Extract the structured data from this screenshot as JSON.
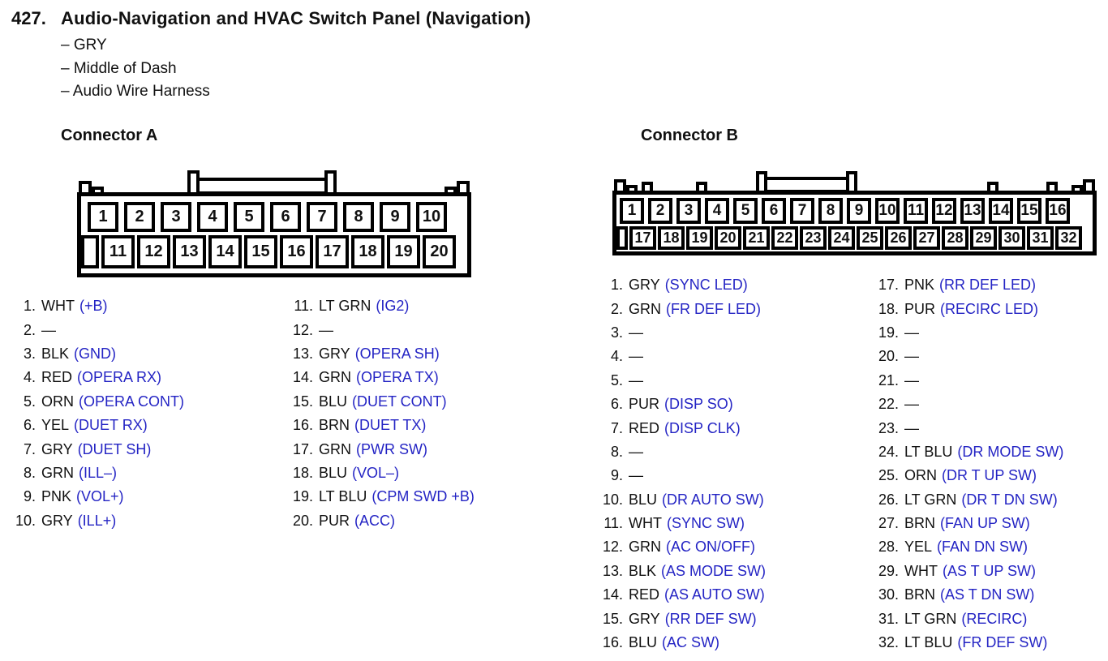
{
  "page": {
    "item_number": "427.",
    "title": "Audio-Navigation and HVAC Switch Panel (Navigation)",
    "details": [
      "– GRY",
      "– Middle of Dash",
      "– Audio Wire Harness"
    ]
  },
  "colors": {
    "signal_blue": "#2424c4",
    "diagram_ink": "#000000"
  },
  "connector_a": {
    "heading": "Connector A",
    "top_pins": [
      "1",
      "2",
      "3",
      "4",
      "5",
      "6",
      "7",
      "8",
      "9",
      "10"
    ],
    "bottom_pins": [
      "11",
      "12",
      "13",
      "14",
      "15",
      "16",
      "17",
      "18",
      "19",
      "20"
    ],
    "list_left": [
      {
        "n": "1.",
        "wire": "WHT",
        "signal": "(+B)"
      },
      {
        "n": "2.",
        "wire": "—",
        "signal": ""
      },
      {
        "n": "3.",
        "wire": "BLK",
        "signal": "(GND)"
      },
      {
        "n": "4.",
        "wire": "RED",
        "signal": "(OPERA RX)"
      },
      {
        "n": "5.",
        "wire": "ORN",
        "signal": "(OPERA CONT)"
      },
      {
        "n": "6.",
        "wire": "YEL",
        "signal": "(DUET RX)"
      },
      {
        "n": "7.",
        "wire": "GRY",
        "signal": "(DUET SH)"
      },
      {
        "n": "8.",
        "wire": "GRN",
        "signal": "(ILL–)"
      },
      {
        "n": "9.",
        "wire": "PNK",
        "signal": "(VOL+)"
      },
      {
        "n": "10.",
        "wire": "GRY",
        "signal": "(ILL+)"
      }
    ],
    "list_right": [
      {
        "n": "11.",
        "wire": "LT GRN",
        "signal": "(IG2)"
      },
      {
        "n": "12.",
        "wire": "—",
        "signal": ""
      },
      {
        "n": "13.",
        "wire": "GRY",
        "signal": "(OPERA SH)"
      },
      {
        "n": "14.",
        "wire": "GRN",
        "signal": "(OPERA TX)"
      },
      {
        "n": "15.",
        "wire": "BLU",
        "signal": "(DUET CONT)"
      },
      {
        "n": "16.",
        "wire": "BRN",
        "signal": "(DUET TX)"
      },
      {
        "n": "17.",
        "wire": "GRN",
        "signal": "(PWR SW)"
      },
      {
        "n": "18.",
        "wire": "BLU",
        "signal": "(VOL–)"
      },
      {
        "n": "19.",
        "wire": "LT BLU",
        "signal": "(CPM SWD +B)"
      },
      {
        "n": "20.",
        "wire": "PUR",
        "signal": "(ACC)"
      }
    ]
  },
  "connector_b": {
    "heading": "Connector B",
    "top_pins": [
      "1",
      "2",
      "3",
      "4",
      "5",
      "6",
      "7",
      "8",
      "9",
      "10",
      "11",
      "12",
      "13",
      "14",
      "15",
      "16"
    ],
    "bottom_pins": [
      "17",
      "18",
      "19",
      "20",
      "21",
      "22",
      "23",
      "24",
      "25",
      "26",
      "27",
      "28",
      "29",
      "30",
      "31",
      "32"
    ],
    "list_left": [
      {
        "n": "1.",
        "wire": "GRY",
        "signal": "(SYNC LED)"
      },
      {
        "n": "2.",
        "wire": "GRN",
        "signal": "(FR DEF LED)"
      },
      {
        "n": "3.",
        "wire": "—",
        "signal": ""
      },
      {
        "n": "4.",
        "wire": "—",
        "signal": ""
      },
      {
        "n": "5.",
        "wire": "—",
        "signal": ""
      },
      {
        "n": "6.",
        "wire": "PUR",
        "signal": "(DISP SO)"
      },
      {
        "n": "7.",
        "wire": "RED",
        "signal": "(DISP CLK)"
      },
      {
        "n": "8.",
        "wire": "—",
        "signal": ""
      },
      {
        "n": "9.",
        "wire": "—",
        "signal": ""
      },
      {
        "n": "10.",
        "wire": "BLU",
        "signal": "(DR AUTO SW)"
      },
      {
        "n": "11.",
        "wire": "WHT",
        "signal": "(SYNC SW)"
      },
      {
        "n": "12.",
        "wire": "GRN",
        "signal": "(AC ON/OFF)"
      },
      {
        "n": "13.",
        "wire": "BLK",
        "signal": "(AS MODE SW)"
      },
      {
        "n": "14.",
        "wire": "RED",
        "signal": "(AS AUTO SW)"
      },
      {
        "n": "15.",
        "wire": "GRY",
        "signal": "(RR DEF SW)"
      },
      {
        "n": "16.",
        "wire": "BLU",
        "signal": "(AC SW)"
      }
    ],
    "list_right": [
      {
        "n": "17.",
        "wire": "PNK",
        "signal": "(RR DEF LED)"
      },
      {
        "n": "18.",
        "wire": "PUR",
        "signal": "(RECIRC LED)"
      },
      {
        "n": "19.",
        "wire": "—",
        "signal": ""
      },
      {
        "n": "20.",
        "wire": "—",
        "signal": ""
      },
      {
        "n": "21.",
        "wire": "—",
        "signal": ""
      },
      {
        "n": "22.",
        "wire": "—",
        "signal": ""
      },
      {
        "n": "23.",
        "wire": "—",
        "signal": ""
      },
      {
        "n": "24.",
        "wire": "LT BLU",
        "signal": "(DR MODE SW)"
      },
      {
        "n": "25.",
        "wire": "ORN",
        "signal": "(DR T UP SW)"
      },
      {
        "n": "26.",
        "wire": "LT GRN",
        "signal": "(DR T DN SW)"
      },
      {
        "n": "27.",
        "wire": "BRN",
        "signal": "(FAN UP SW)"
      },
      {
        "n": "28.",
        "wire": "YEL",
        "signal": "(FAN DN SW)"
      },
      {
        "n": "29.",
        "wire": "WHT",
        "signal": "(AS T UP SW)"
      },
      {
        "n": "30.",
        "wire": "BRN",
        "signal": "(AS T DN SW)"
      },
      {
        "n": "31.",
        "wire": "LT GRN",
        "signal": "(RECIRC)"
      },
      {
        "n": "32.",
        "wire": "LT BLU",
        "signal": "(FR DEF SW)"
      }
    ]
  }
}
